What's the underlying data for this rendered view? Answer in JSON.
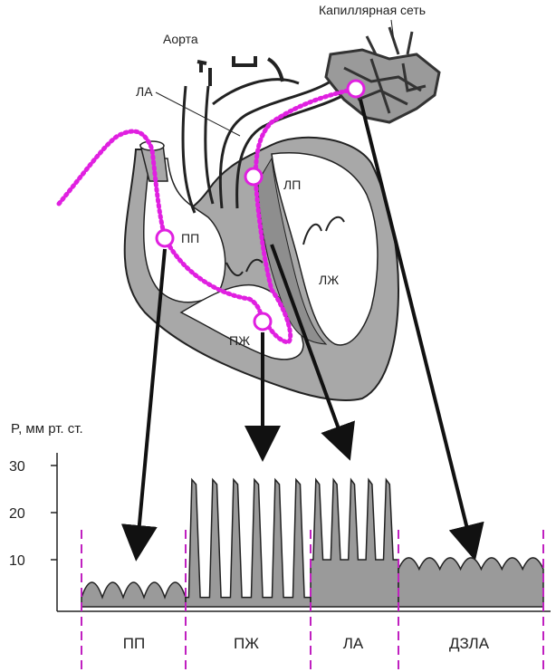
{
  "anatomy": {
    "capillary_label": "Капиллярная сеть",
    "aorta_label": "Аорта",
    "pa_label": "ЛА",
    "la_label": "ЛП",
    "ra_label": "ПП",
    "lv_label": "ЛЖ",
    "rv_label": "ПЖ"
  },
  "chart": {
    "y_axis_label": "P, мм рт. ст.",
    "y_ticks": [
      "30",
      "20",
      "10"
    ],
    "segments": [
      "ПП",
      "ПЖ",
      "ЛА",
      "ДЗЛА"
    ]
  },
  "chart_data": {
    "type": "line",
    "ylabel": "P, мм рт. ст.",
    "yticks": [
      10,
      20,
      30
    ],
    "ylim": [
      0,
      32
    ],
    "categories": [
      "ПП",
      "ПЖ",
      "ЛА",
      "ДЗЛА"
    ],
    "series": [
      {
        "values": [
          {
            "segment": "ПП",
            "min": 2,
            "max": 6,
            "cycles": 5
          },
          {
            "segment": "ПЖ",
            "min": 2,
            "max": 27,
            "cycles": 6
          },
          {
            "segment": "ЛА",
            "min": 10,
            "max": 27,
            "cycles": 5
          },
          {
            "segment": "ДЗЛА",
            "min": 8,
            "max": 11,
            "cycles": 7
          }
        ]
      }
    ]
  },
  "colors": {
    "catheter": "#e020e0",
    "divider": "#c020c0",
    "fill": "#9a9a9a",
    "outline": "#222222",
    "arrow": "#111111"
  }
}
